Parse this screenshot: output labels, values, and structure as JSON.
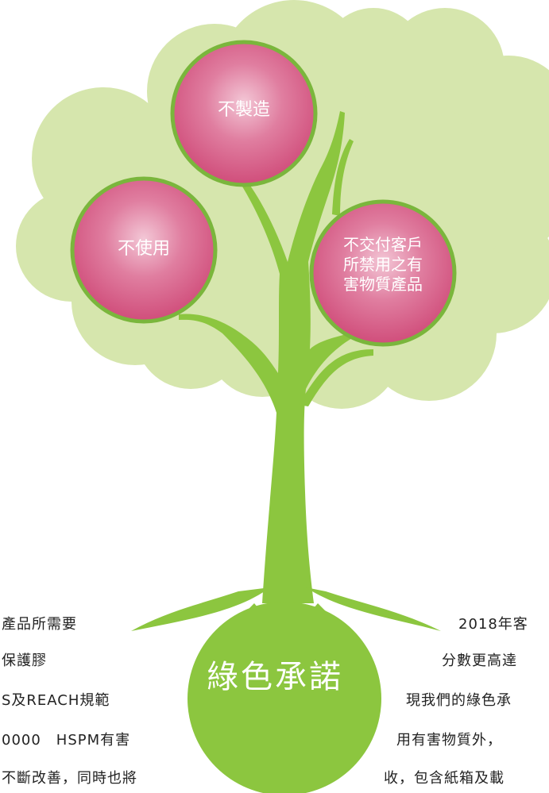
{
  "tree": {
    "canopy_color": "#d6e6ad",
    "trunk_color": "#8cc63f",
    "bubble_color": "#d9537f",
    "bubble_border": "#7ab63c",
    "root_title": "綠色承諾",
    "bubbles": {
      "top": "不製造",
      "left": "不使用",
      "right_lines": [
        "不交付客戶",
        "所禁用之有",
        "害物質產品"
      ]
    }
  },
  "left_text": {
    "lines": [
      "產品所需要",
      "保護膠",
      "S及REACH規範",
      "0000　HSPM有害",
      "不斷改善，同時也將"
    ]
  },
  "right_text": {
    "lines": [
      "2018年客",
      "分數更高達",
      "現我們的綠色承",
      "用有害物質外，",
      "收，包含紙箱及載"
    ]
  }
}
